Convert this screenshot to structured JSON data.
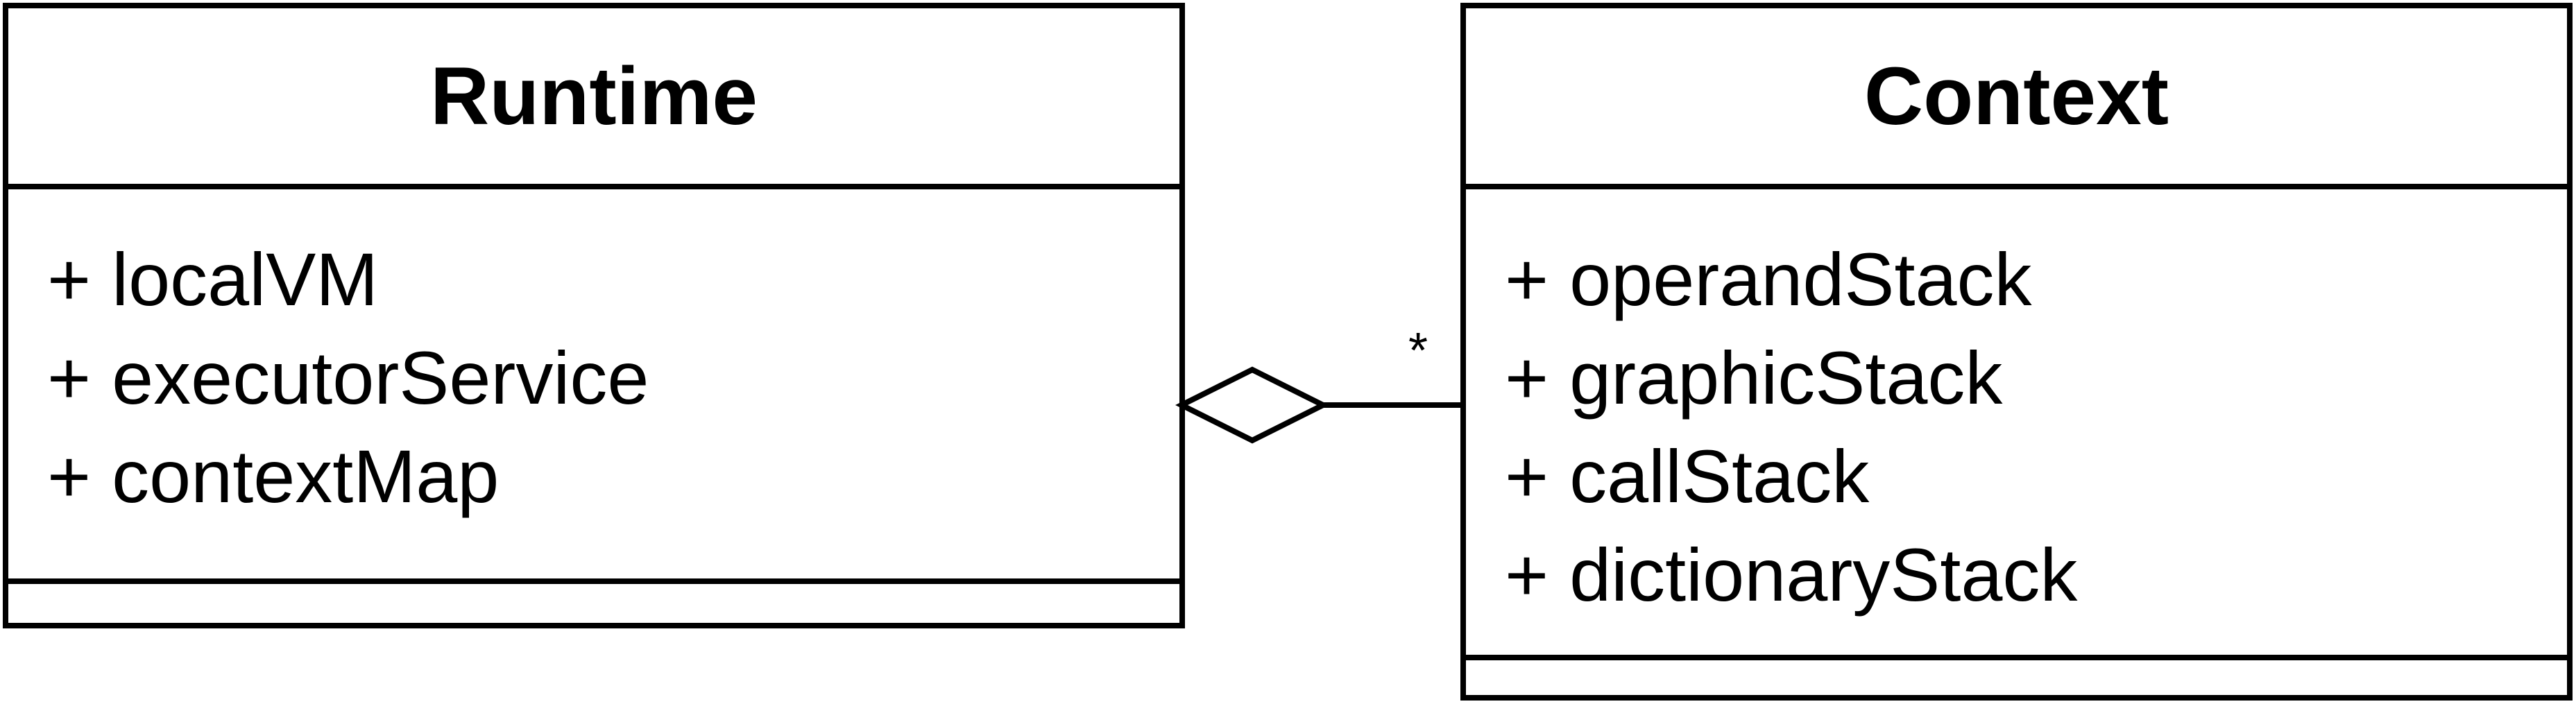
{
  "classes": {
    "runtime": {
      "name": "Runtime",
      "attributes": [
        "+ localVM",
        "+ executorService",
        "+ contextMap"
      ]
    },
    "context": {
      "name": "Context",
      "attributes": [
        "+ operandStack",
        "+ graphicStack",
        "+ callStack",
        "+ dictionaryStack"
      ]
    }
  },
  "association": {
    "type": "aggregation",
    "whole": "Runtime",
    "part": "Context",
    "multiplicity": "*"
  }
}
